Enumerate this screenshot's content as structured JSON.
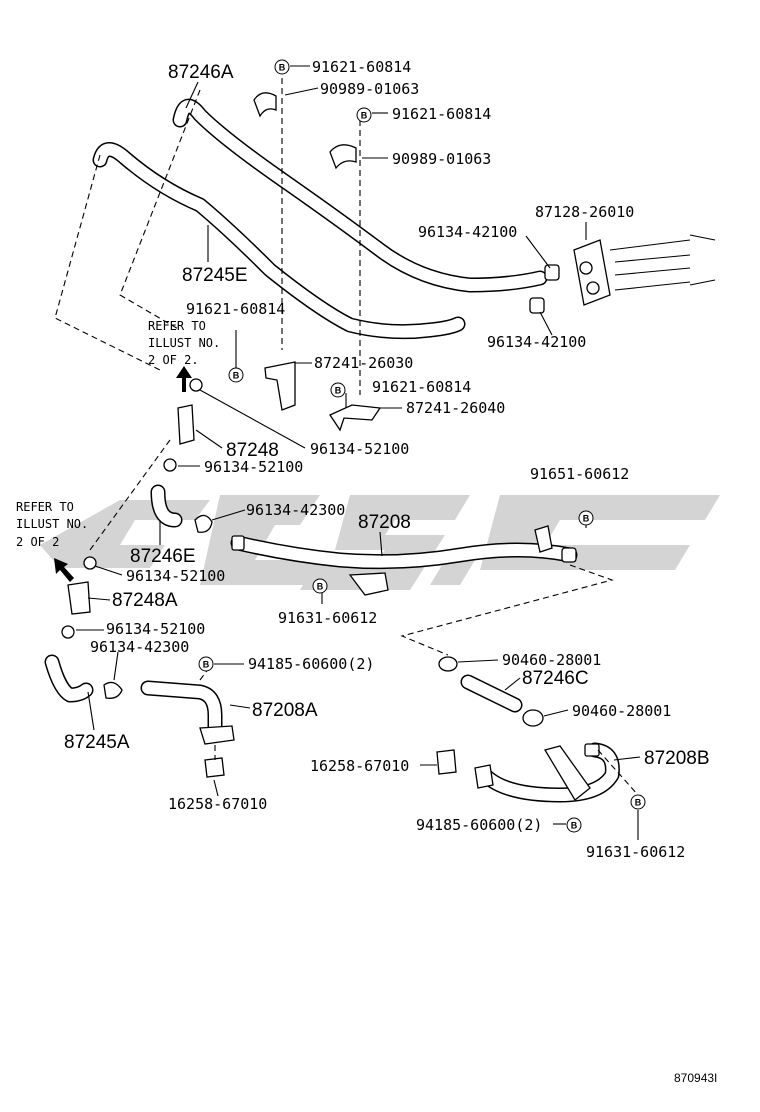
{
  "callouts": {
    "c1": "87246A",
    "c2": "91621-60814",
    "c3": "90989-01063",
    "c4": "91621-60814",
    "c5": "90989-01063",
    "c6": "87128-26010",
    "c7": "96134-42100",
    "c8": "87245E",
    "c9": "91621-60814",
    "c10": "96134-42100",
    "c11": "87241-26030",
    "c12": "91621-60814",
    "c13": "87241-26040",
    "c14": "87248",
    "c15": "96134-52100",
    "c16": "96134-52100",
    "c17": "91651-60612",
    "c18": "96134-42300",
    "c19": "87208",
    "c20": "87246E",
    "c21": "96134-52100",
    "c22": "87248A",
    "c23": "91631-60612",
    "c24": "96134-52100",
    "c25": "96134-42300",
    "c26": "94185-60600(2)",
    "c27": "90460-28001",
    "c28": "87246C",
    "c29": "87208A",
    "c30": "90460-28001",
    "c31": "87245A",
    "c32": "16258-67010",
    "c33": "87208B",
    "c34": "16258-67010",
    "c35": "94185-60600(2)",
    "c36": "91631-60612"
  },
  "refer_note_1": [
    "REFER TO",
    "ILLUST NO.",
    "2 OF 2."
  ],
  "refer_note_2": [
    "REFER TO",
    "ILLUST NO.",
    "2 OF 2"
  ],
  "b_mark": "B",
  "illustration_code": "870943I",
  "watermark_color": "#cfcfcf"
}
